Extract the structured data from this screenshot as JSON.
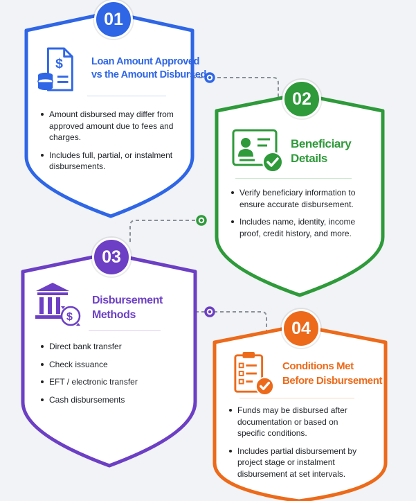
{
  "colors": {
    "blue": "#2f66e6",
    "green": "#2e9a3a",
    "purple": "#6c3fc4",
    "orange": "#ec6a1a",
    "connector": "#8a8f98"
  },
  "steps": [
    {
      "number": "01",
      "title_line1": "Loan Amount Approved",
      "title_line2": "vs the Amount Disbursed",
      "icon": "dollar-document-coins-icon",
      "bullets": [
        "Amount disbursed may differ from approved amount due to fees and charges.",
        "Includes full, partial, or instalment disbursements."
      ]
    },
    {
      "number": "02",
      "title_line1": "Beneficiary",
      "title_line2": "Details",
      "icon": "id-card-checkmark-icon",
      "bullets": [
        "Verify beneficiary information to ensure accurate disbursement.",
        "Includes name, identity, income proof, credit history, and more."
      ]
    },
    {
      "number": "03",
      "title_line1": "Disbursement",
      "title_line2": "Methods",
      "icon": "bank-currency-exchange-icon",
      "bullets": [
        "Direct bank transfer",
        "Check issuance",
        "EFT / electronic transfer",
        "Cash disbursements"
      ]
    },
    {
      "number": "04",
      "title_line1": "Conditions Met",
      "title_line2": "Before Disbursement",
      "icon": "checklist-checkmark-icon",
      "bullets": [
        "Funds may be disbursed after documentation or based on specific conditions.",
        "Includes partial disbursement by project stage or instalment disbursement at set intervals."
      ]
    }
  ]
}
